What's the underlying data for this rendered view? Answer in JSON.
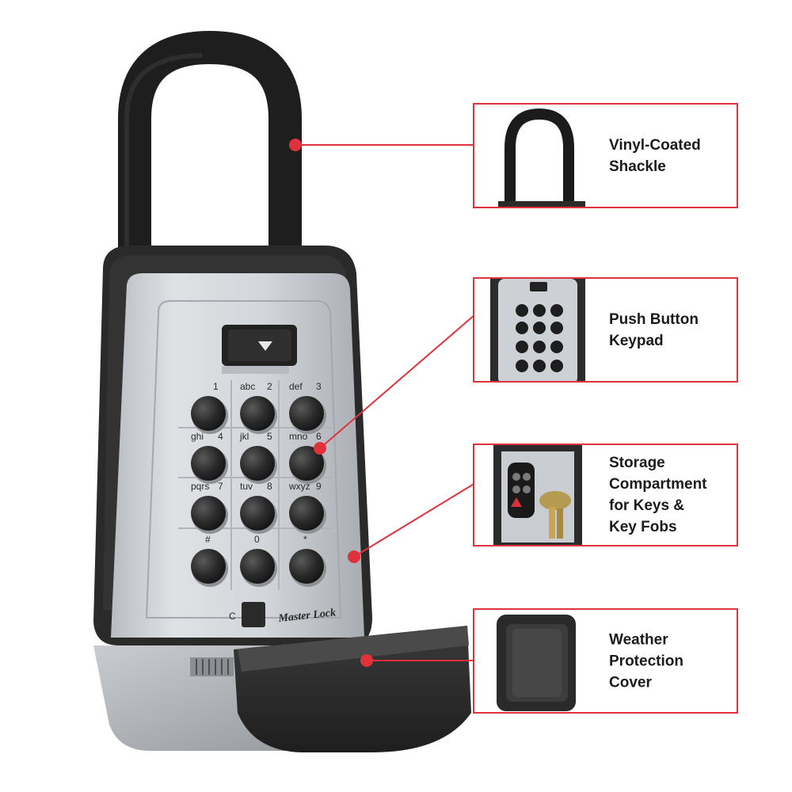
{
  "callouts": [
    {
      "id": "shackle",
      "icon": "shackle-icon",
      "lines": [
        "Vinyl-Coated",
        "Shackle"
      ]
    },
    {
      "id": "keypad",
      "icon": "keypad-icon",
      "lines": [
        "Push Button",
        "Keypad"
      ]
    },
    {
      "id": "storage",
      "icon": "storage-compartment-icon",
      "lines": [
        "Storage",
        "Compartment",
        "for Keys &",
        "Key Fobs"
      ]
    },
    {
      "id": "cover",
      "icon": "weather-cover-icon",
      "lines": [
        "Weather",
        "Protection",
        "Cover"
      ]
    }
  ],
  "keypad": {
    "keys": [
      {
        "letters": "",
        "digit": "1"
      },
      {
        "letters": "abc",
        "digit": "2"
      },
      {
        "letters": "def",
        "digit": "3"
      },
      {
        "letters": "ghi",
        "digit": "4"
      },
      {
        "letters": "jkl",
        "digit": "5"
      },
      {
        "letters": "mno",
        "digit": "6"
      },
      {
        "letters": "pqrs",
        "digit": "7"
      },
      {
        "letters": "tuv",
        "digit": "8"
      },
      {
        "letters": "wxyz",
        "digit": "9"
      },
      {
        "letters": "",
        "digit": "#"
      },
      {
        "letters": "",
        "digit": "0"
      },
      {
        "letters": "",
        "digit": "*"
      }
    ],
    "clear_label": "C"
  },
  "brand": "Master Lock",
  "colors": {
    "accent": "#e0323c",
    "body_dark": "#2b2b2b",
    "face_silver": "#cfd2d6",
    "button": "#262626"
  }
}
